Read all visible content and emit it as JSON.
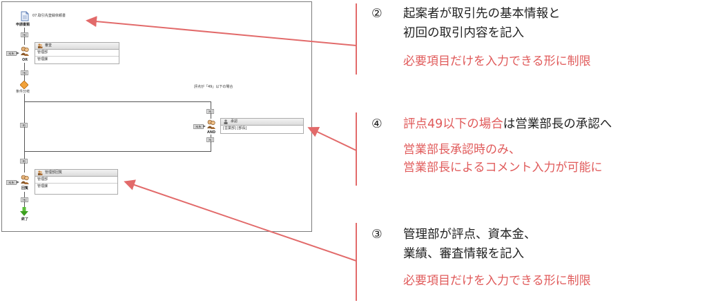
{
  "flow": {
    "document_name": "07.取引先登録依頼書",
    "start_label": "申請書類",
    "or_label": "OR",
    "box1": {
      "title": "審査",
      "rows": [
        "管理部",
        "管理課"
      ]
    },
    "branch_label": "条件分岐",
    "condition_text": "評点が「49」以下の場合",
    "and_label": "AND",
    "box2": {
      "title": "承認",
      "rows": [
        "[営業部] [部長]"
      ]
    },
    "review_label": "回覧",
    "box3": {
      "title": "管理部回覧",
      "rows": [
        "管理部",
        "管理課"
      ]
    },
    "end_label": "終了",
    "tag_text": "[編集]",
    "user_tag": "[編]"
  },
  "callouts": [
    {
      "number": "②",
      "lines": [
        "起案者が取引先の基本情報と",
        "初回の取引内容を記入"
      ],
      "note": [
        "必要項目だけを入力できる形に制限"
      ]
    },
    {
      "number": "④",
      "highlight": "評点49以下の場合",
      "tail": "は営業部長の承認へ",
      "note": [
        "営業部長承認時のみ、",
        "営業部長によるコメント入力が可能に"
      ]
    },
    {
      "number": "③",
      "lines": [
        "管理部が評点、資本金、",
        "業績、審査情報を記入"
      ],
      "note": [
        "必要項目だけを入力できる形に制限"
      ]
    }
  ],
  "colors": {
    "accent": "#e05a5a",
    "arrow": "#e26a6a"
  }
}
